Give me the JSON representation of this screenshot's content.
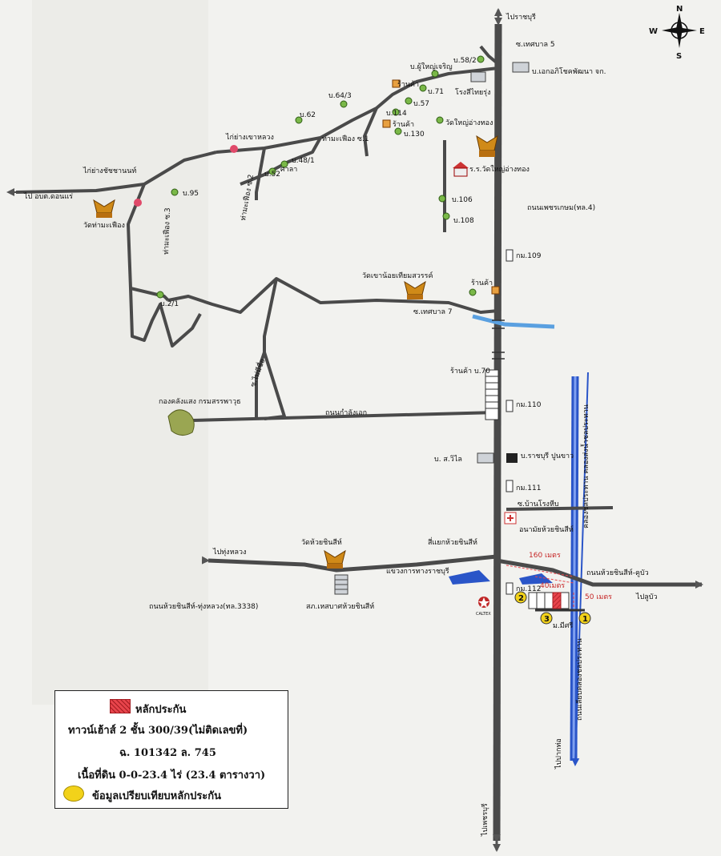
{
  "compass": {
    "n": "N",
    "s": "S",
    "e": "E",
    "w": "W"
  },
  "roads": {
    "to_ratchaburi": "ไปราชบุรี",
    "to_pak_tho": "ไปปากท่อ",
    "to_phetchaburi": "ไปเพชรบุรี",
    "to_obt_don_rae": "ไป อบต.ดอนแร่",
    "to_thung_luang": "ไปทุ่งหลวง",
    "to_lum_bua": "ไปลูบัว",
    "phetkasem": "ถนนเพชรเกษม(ทล.4)",
    "huai_chin_si_thung_luang": "ถนนห้วยชินสีห์-ทุ่งหลวง(ทล.3338)",
    "huai_chin_si_khu_bua": "ถนนห้วยชินสีห์-คูบัว",
    "kamlang_ek": "ถนนกำลังเอก",
    "canal": "คลองชลประทาน คลองส่งน้ำชลประทาน",
    "canal_road": "ถนนเลียบคลองชลประทาน"
  },
  "places": {
    "soi_thesaban_5": "ซ.เทศบาล 5",
    "egco": "บ.เอกอภิโชคพัฒนา จก.",
    "b58_2": "บ.58/2",
    "b_phu_yai_charoen": "บ.ผู้ใหญ่เจริญ",
    "shop1": "ร้านค้า",
    "b71": "บ.71",
    "rong_si": "โรงสีไทยรุ่ง",
    "b57": "บ.57",
    "b64_3": "บ.64/3",
    "b114": "บ.114",
    "shop2": "ร้านค้า",
    "b130": "บ.130",
    "wat_yai_ang_thong": "วัดใหญ่อ่างทอง",
    "b62a": "บ.62",
    "kai_yang": "ไก่ย่างเขาหลวง",
    "tha_ma_fueang_1": "ท่ามะเฟือง ซ.1",
    "b48_1": "บ.48/1",
    "b52": "บ.52",
    "sala": "ศาลา",
    "school": "ร.ร.วัดใหญ่อ่างทอง",
    "kai_yang_2": "ไก่ย่างชัชชานนท์",
    "b95": "บ.95",
    "tha_ma_fueang_2": "ท่ามะเฟือง ซ.2",
    "tha_ma_fueang_3": "ท่ามะเฟือง ซ.3",
    "wat_tha_ma_fueang": "วัดท่ามะเฟือง",
    "b106": "บ.106",
    "b108": "บ.108",
    "km109": "กม.109",
    "wat_khao_noi": "วัดเขาน้อยเทียมสวรรค์",
    "shop3": "ร้านค้า",
    "b2_1": "บ.2/1",
    "soi_thesaban_7": "ซ.เทศบาล 7",
    "soi_mai_mi_chue": "ซ.ไม่มีชื่อ",
    "shop_b70": "ร้านค้า บ.70",
    "km110": "กม.110",
    "army": "กองคลังแสง กรมสรรพาวุธ",
    "b_s_vilai": "บ. ส.วิไล",
    "ratchaburi_cement": "บ.ราชบุรี ปูนขาว",
    "km111": "กม.111",
    "soi_ban_rong_hip": "ซ.บ้านโรงหีบ",
    "health_center": "อนามัยห้วยชินสีห์",
    "intersection": "สี่แยกห้วยชินสีห์",
    "wat_huai_chin_si": "วัดห้วยชินสีห์",
    "highway_dept": "แขวงการทางราชบุรี",
    "police": "สภ.เหสบาศห้วยชินสีห์",
    "caltex": "CALTEX",
    "km112": "กม.112",
    "moo_ban": "ม.มีศรี"
  },
  "distances": {
    "d160": "160 เมตร",
    "d40": "40เมตร",
    "d50": "50 เมตร"
  },
  "markers": [
    "1",
    "2",
    "3"
  ],
  "legend": {
    "collateral_label": "หลักประกัน",
    "townhouse": "ทาวน์เฮ้าส์ 2 ชั้น 300/39(ไม่ติดเลขที่)",
    "deed": "ฉ. 101342 ล. 745",
    "area": "เนื้อที่ดิน 0-0-23.4 ไร่ (23.4 ตารางวา)",
    "comparison": "ข้อมูลเปรียบเทียบหลักประกัน"
  },
  "colors": {
    "road": "#4a4a4a",
    "canal": "#3b6fd6",
    "river": "#5aa0e0",
    "collateral": "#e8444b",
    "marker": "#f2d21a"
  }
}
